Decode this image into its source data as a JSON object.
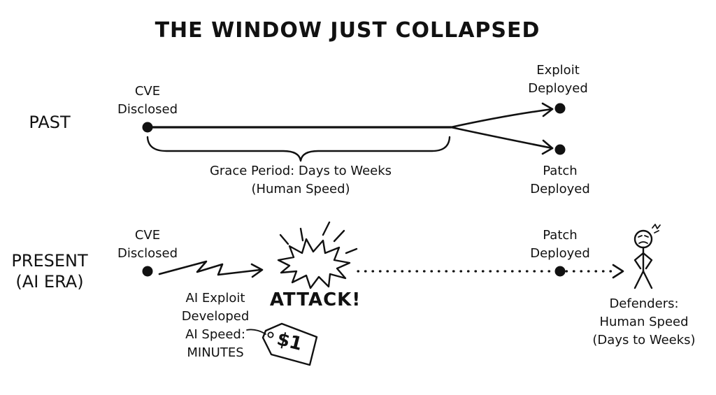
{
  "title": "THE WINDOW JUST COLLAPSED",
  "past": {
    "row_label": "PAST",
    "cve_label": "CVE\nDisclosed",
    "exploit_label": "Exploit\nDeployed",
    "patch_label": "Patch\nDeployed",
    "grace_label": "Grace Period: Days to Weeks\n(Human Speed)"
  },
  "present": {
    "row_label": "PRESENT\n(AI ERA)",
    "cve_label": "CVE\nDisclosed",
    "ai_label": "AI Exploit\nDeveloped\nAI Speed:\nMINUTES",
    "price_tag": "$1",
    "attack_label": "ATTACK!",
    "patch_label": "Patch\nDeployed",
    "defenders_label": "Defenders:\nHuman Speed\n(Days to Weeks)"
  },
  "colors": {
    "ink": "#111111",
    "background": "#ffffff"
  },
  "icons": [
    "timeline-dot",
    "arrowhead",
    "curly-brace",
    "lightning-bolt",
    "explosion-burst",
    "price-tag",
    "stick-figure-defender"
  ]
}
